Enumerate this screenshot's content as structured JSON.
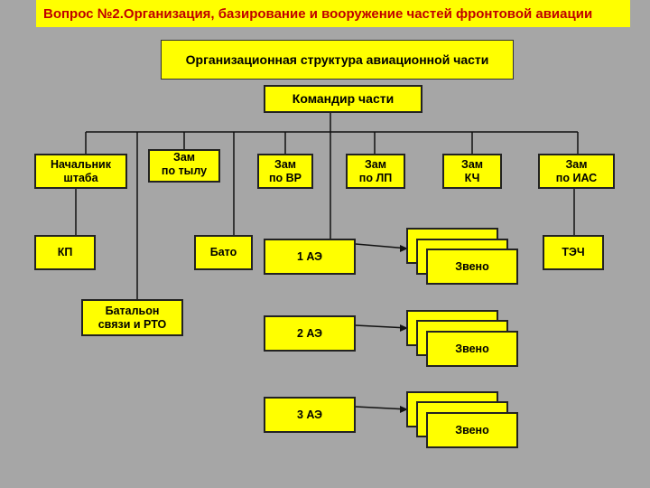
{
  "header": {
    "title": "Вопрос №2.Организация, базирование и вооружение частей фронтовой авиации"
  },
  "diagram": {
    "subtitle": "Организационная структура авиационной части",
    "commander": "Командир  части",
    "deputies": {
      "chief_of_staff": "Начальник\nштаба",
      "rear": "Зам\nпо тылу",
      "vr": "Зам\nпо ВР",
      "lp": "Зам\nпо ЛП",
      "kch": "Зам\nКЧ",
      "ias": "Зам\nпо ИАС"
    },
    "units": {
      "kp": "КП",
      "comm_battalion": "Батальон\nсвязи и РТО",
      "bato": "Бато",
      "tech": "ТЭЧ"
    },
    "squadrons": [
      "1 АЭ",
      "2 АЭ",
      "3 АЭ"
    ],
    "flight_label": "Звено"
  }
}
